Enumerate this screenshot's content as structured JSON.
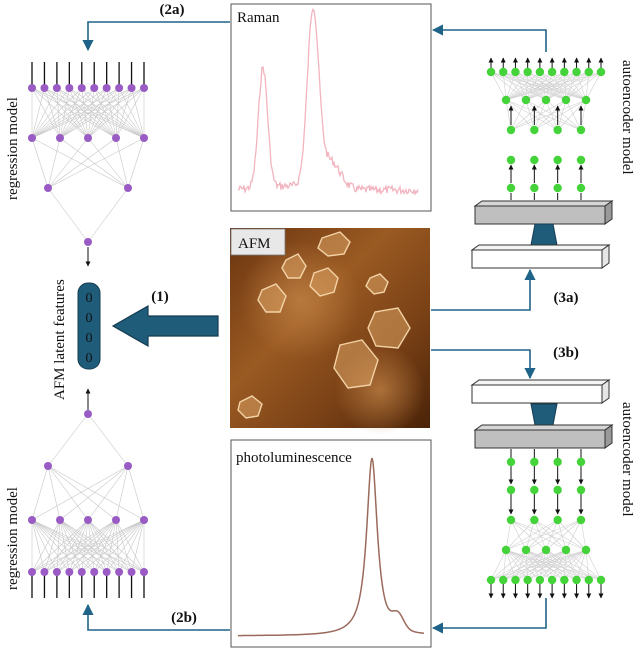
{
  "step_labels": {
    "s1": "(1)",
    "s2a": "(2a)",
    "s2b": "(2b)",
    "s3a": "(3a)",
    "s3b": "(3b)"
  },
  "panels": {
    "raman": "Raman",
    "afm": "AFM",
    "photoluminescence": "photoluminescence"
  },
  "side_labels": {
    "regression_top": "regression model",
    "regression_bottom": "regression model",
    "autoencoder_top": "autoencoder model",
    "autoencoder_bottom": "autoencoder model",
    "latent": "AFM latent features"
  },
  "latent_values": [
    "0",
    "0",
    "0",
    "0"
  ],
  "colors": {
    "arrow": "#1f6388",
    "latent_fill": "#1f5c7a",
    "regression_node": "#9a5bc4",
    "autoencoder_node": "#44d43a",
    "raman_line": "#f2b4bf",
    "pl_line": "#9b6a5d",
    "stage_gray": "#bfbfbf"
  }
}
